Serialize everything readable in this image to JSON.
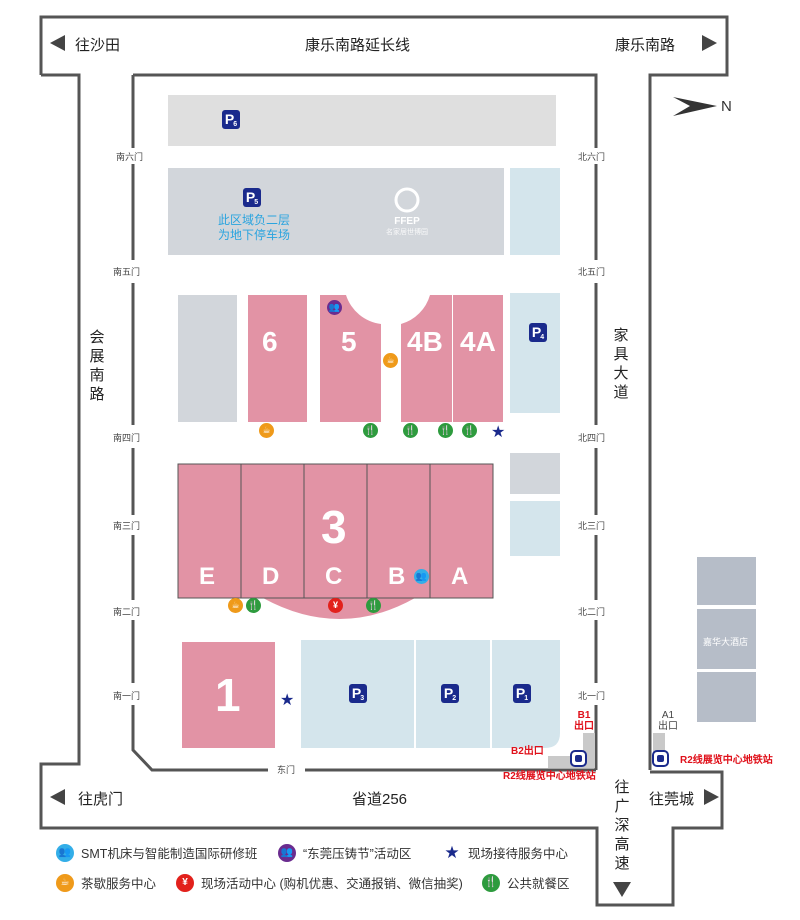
{
  "roads": {
    "top_left": "往沙田",
    "top_center": "康乐南路延长线",
    "top_right": "康乐南路",
    "left_vertical": "会展南路",
    "right_vertical": "家具大道",
    "bottom_left": "往虎门",
    "bottom_center": "省道256",
    "bottom_right": "往莞城",
    "bottom_down": "往广深高速"
  },
  "compass": {
    "label": "N"
  },
  "gates": {
    "south": [
      "南六门",
      "南五门",
      "南四门",
      "南三门",
      "南二门",
      "南一门"
    ],
    "north": [
      "北六门",
      "北五门",
      "北四门",
      "北三门",
      "北二门",
      "北一门"
    ],
    "east": "东门"
  },
  "halls": {
    "h6": "6",
    "h5": "5",
    "h4b": "4B",
    "h4a": "4A",
    "h3": "3",
    "h3_sections": [
      "E",
      "D",
      "C",
      "B",
      "A"
    ],
    "h1": "1"
  },
  "parking": {
    "p6": {
      "letter": "P",
      "num": "6"
    },
    "p5": {
      "letter": "P",
      "num": "5"
    },
    "p4": {
      "letter": "P",
      "num": "4"
    },
    "p3": {
      "letter": "P",
      "num": "3"
    },
    "p2": {
      "letter": "P",
      "num": "2"
    },
    "p1": {
      "letter": "P",
      "num": "1"
    }
  },
  "p5_note": [
    "此区域负二层",
    "为地下停车场"
  ],
  "ffep": {
    "title": "FFEP",
    "subtitle": "名家居世博园"
  },
  "hotel": "嘉华大酒店",
  "metro": {
    "b1_exit": [
      "B1",
      "出口"
    ],
    "b2_exit": "B2出口",
    "a1_exit": [
      "A1",
      "出口"
    ],
    "station_left": "R2线展览中心地铁站",
    "station_right": "R2线展览中心地铁站"
  },
  "icons": {
    "tea": "☕",
    "food": "🍴",
    "money": "¥",
    "smt": "👥",
    "press": "👥",
    "star": "★"
  },
  "legend": [
    {
      "icon": "smt-icon",
      "label": "SMT机床与智能制造国际研修班",
      "color": "#33aee8"
    },
    {
      "icon": "press-icon",
      "label": "“东莞压铸节”活动区",
      "color": "#6a2c8f"
    },
    {
      "icon": "star-icon",
      "label": "现场接待服务中心",
      "color": "#1a2a8c"
    },
    {
      "icon": "tea-icon",
      "label": "茶歇服务中心",
      "color": "#ef9a1a"
    },
    {
      "icon": "money-icon",
      "label": "现场活动中心 (购机优惠、交通报销、微信抽奖)",
      "color": "#e2211c"
    },
    {
      "icon": "food-icon",
      "label": "公共就餐区",
      "color": "#2e9b3e"
    }
  ],
  "colors": {
    "hall_pink": "#e293a5",
    "parking_blue": "#d4e5ec",
    "gray_block": "#d2d6db",
    "hotel_gray": "#b6bdc8",
    "road_line": "#555555"
  }
}
